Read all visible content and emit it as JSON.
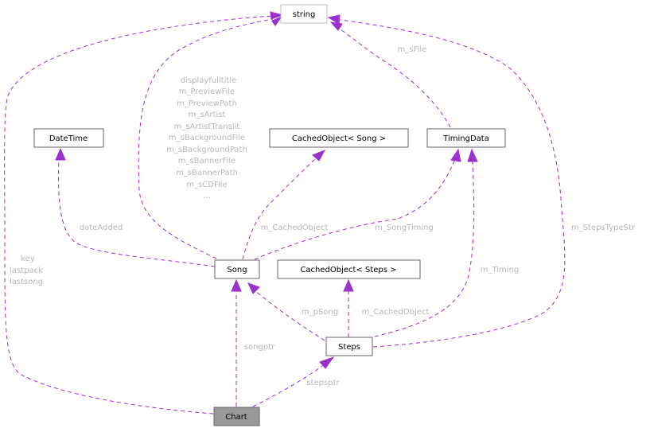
{
  "diagram": {
    "title": "Chart collaboration graph",
    "colors": {
      "edge": "#9a32cd",
      "edge_label": "#b8b8b8",
      "focus_fill": "#999999",
      "node_border": "#666666"
    },
    "nodes": {
      "string": "string",
      "datetime": "DateTime",
      "cached_song": "CachedObject< Song >",
      "timingdata": "TimingData",
      "song": "Song",
      "cached_steps": "CachedObject< Steps >",
      "steps": "Steps",
      "chart": "Chart"
    },
    "edge_labels": {
      "chart_to_string": [
        "key",
        "lastpack",
        "lastsong"
      ],
      "song_to_string": [
        "displayfulltitle",
        "m_PreviewFile",
        "m_PreviewPath",
        "m_sArtist",
        "m_sArtistTranslit",
        "m_sBackgroundFile",
        "m_sBackgroundPath",
        "m_sBannerFile",
        "m_sBannerPath",
        "m_sCDFile",
        "..."
      ],
      "timing_to_string": "m_sFile",
      "steps_to_string": "m_StepsTypeStr",
      "song_to_datetime": "dateAdded",
      "song_to_cached_song": "m_CachedObject",
      "song_to_timingdata": "m_SongTiming",
      "steps_to_timingdata": "m_Timing",
      "steps_to_song": "m_pSong",
      "steps_to_cached_steps": "m_CachedObject",
      "chart_to_song": "songptr",
      "chart_to_steps": "stepsptr"
    }
  }
}
